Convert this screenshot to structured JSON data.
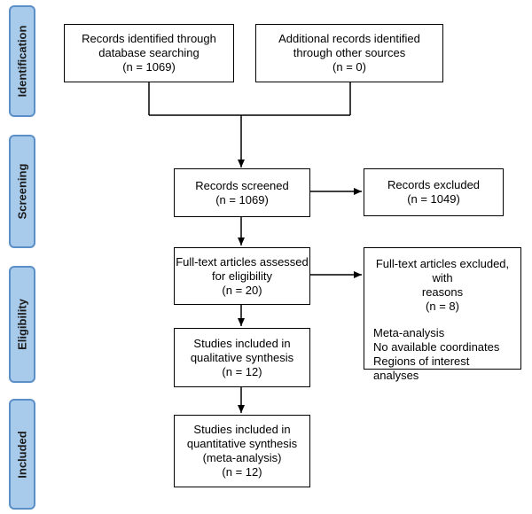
{
  "phases": {
    "identification": "Identification",
    "screening": "Screening",
    "eligibility": "Eligibility",
    "included": "Included"
  },
  "boxes": {
    "database": [
      "Records identified through",
      "database searching",
      "(n = 1069)"
    ],
    "other_sources": [
      "Additional records identified",
      "through other sources",
      "(n = 0)"
    ],
    "screened": [
      "Records screened",
      "(n = 1069)"
    ],
    "excluded": [
      "Records excluded",
      "(n = 1049)"
    ],
    "fulltext": [
      "Full-text articles assessed",
      "for eligibility",
      "(n = 20)"
    ],
    "fulltext_excluded": {
      "header": [
        "Full-text articles excluded, with",
        "reasons",
        "(n = 8)"
      ],
      "reasons": [
        "Meta-analysis",
        "No available coordinates",
        "Regions of interest analyses"
      ]
    },
    "qualitative": [
      "Studies included in",
      "qualitative synthesis",
      "(n = 12)"
    ],
    "quantitative": [
      "Studies included in",
      "quantitative synthesis",
      "(meta-analysis)",
      "(n = 12)"
    ]
  },
  "colors": {
    "phase_fill": "#a9cbeb",
    "phase_border": "#5b8fc8"
  }
}
